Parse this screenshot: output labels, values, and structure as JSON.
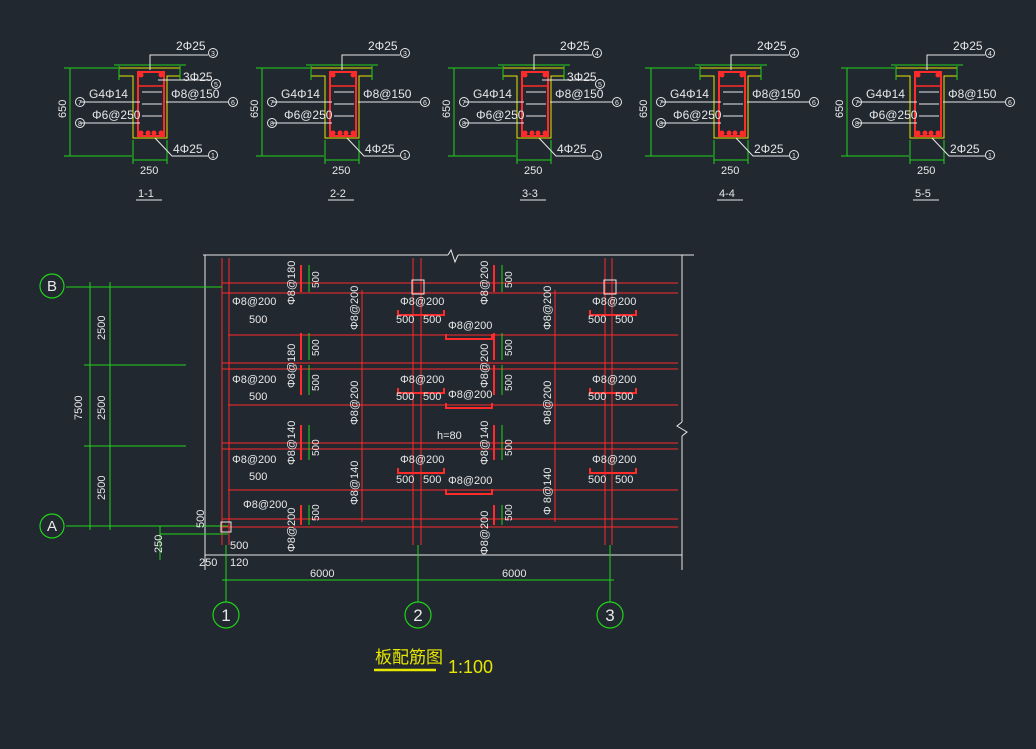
{
  "colors": {
    "background": "#212830",
    "white": "#e8e8e8",
    "green": "#22d31a",
    "red": "#ff2a2a",
    "yellow": "#e6e600",
    "grey": "#9a9a9a"
  },
  "sections": [
    {
      "top_bars": "2Φ25",
      "top_no": "3",
      "mid_label": "3Φ25",
      "mid_no": "5",
      "side": "G4Φ14",
      "side_no": "7",
      "stirrup": "Φ6@250",
      "stirrup_no": "8",
      "right": "Φ8@150",
      "right_no": "6",
      "bottom": "4Φ25",
      "bottom_no": "1",
      "height": "650",
      "width": "250",
      "name": "1-1"
    },
    {
      "top_bars": "2Φ25",
      "top_no": "3",
      "mid_label": "",
      "mid_no": "",
      "side": "G4Φ14",
      "side_no": "7",
      "stirrup": "Φ6@250",
      "stirrup_no": "8",
      "right": "Φ8@150",
      "right_no": "6",
      "bottom": "4Φ25",
      "bottom_no": "1",
      "height": "650",
      "width": "250",
      "name": "2-2"
    },
    {
      "top_bars": "2Φ25",
      "top_no": "4",
      "mid_label": "3Φ25",
      "mid_no": "5",
      "side": "G4Φ14",
      "side_no": "7",
      "stirrup": "Φ6@250",
      "stirrup_no": "8",
      "right": "Φ8@150",
      "right_no": "6",
      "bottom": "4Φ25",
      "bottom_no": "1",
      "height": "650",
      "width": "250",
      "name": "3-3"
    },
    {
      "top_bars": "2Φ25",
      "top_no": "4",
      "mid_label": "",
      "mid_no": "",
      "side": "G4Φ14",
      "side_no": "7",
      "stirrup": "Φ6@250",
      "stirrup_no": "8",
      "right": "Φ8@150",
      "right_no": "6",
      "bottom": "2Φ25",
      "bottom_no": "1",
      "height": "650",
      "width": "250",
      "name": "4-4"
    },
    {
      "top_bars": "2Φ25",
      "top_no": "4",
      "mid_label": "",
      "mid_no": "",
      "side": "G4Φ14",
      "side_no": "7",
      "stirrup": "Φ6@250",
      "stirrup_no": "8",
      "right": "Φ8@150",
      "right_no": "6",
      "bottom": "2Φ25",
      "bottom_no": "1",
      "height": "650",
      "width": "250",
      "name": "5-5"
    }
  ],
  "plan": {
    "axis_b": "B",
    "axis_a": "A",
    "axis_1": "1",
    "axis_2": "2",
    "axis_3": "3",
    "dim_total_v": "7500",
    "dim_span_v": "2500",
    "dim_span_h": "6000",
    "dim_250": "250",
    "dim_120": "120",
    "dim_500": "500",
    "slab_thickness": "h=80",
    "rebar": {
      "r200": "Φ8@200",
      "r180": "Φ8@180",
      "r140": "Φ8@140",
      "r140b": "Φ 8@140"
    }
  },
  "title": "板配筋图",
  "scale": "1:100"
}
